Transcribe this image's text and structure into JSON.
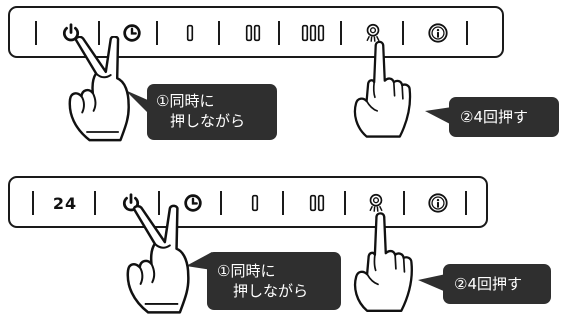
{
  "top_panel": {
    "buttons": [
      {
        "icon": "power-icon"
      },
      {
        "icon": "timer-icon"
      },
      {
        "icon": "speed-1-icon"
      },
      {
        "icon": "speed-2-icon"
      },
      {
        "icon": "speed-3-icon"
      },
      {
        "icon": "light-icon"
      },
      {
        "icon": "info-icon"
      }
    ],
    "callout_left": {
      "line1": "①同時に",
      "line2": "押しながら"
    },
    "callout_right": {
      "text": "②4回押す"
    }
  },
  "bottom_panel": {
    "display_value": "24",
    "buttons": [
      {
        "icon": "power-icon"
      },
      {
        "icon": "timer-icon"
      },
      {
        "icon": "speed-1-icon"
      },
      {
        "icon": "speed-2-icon"
      },
      {
        "icon": "light-icon"
      },
      {
        "icon": "info-icon"
      }
    ],
    "callout_left": {
      "line1": "①同時に",
      "line2": "押しながら"
    },
    "callout_right": {
      "text": "②4回押す"
    }
  },
  "colors": {
    "callout_bg": "#2f2f2f",
    "outline": "#1a1a1a"
  }
}
